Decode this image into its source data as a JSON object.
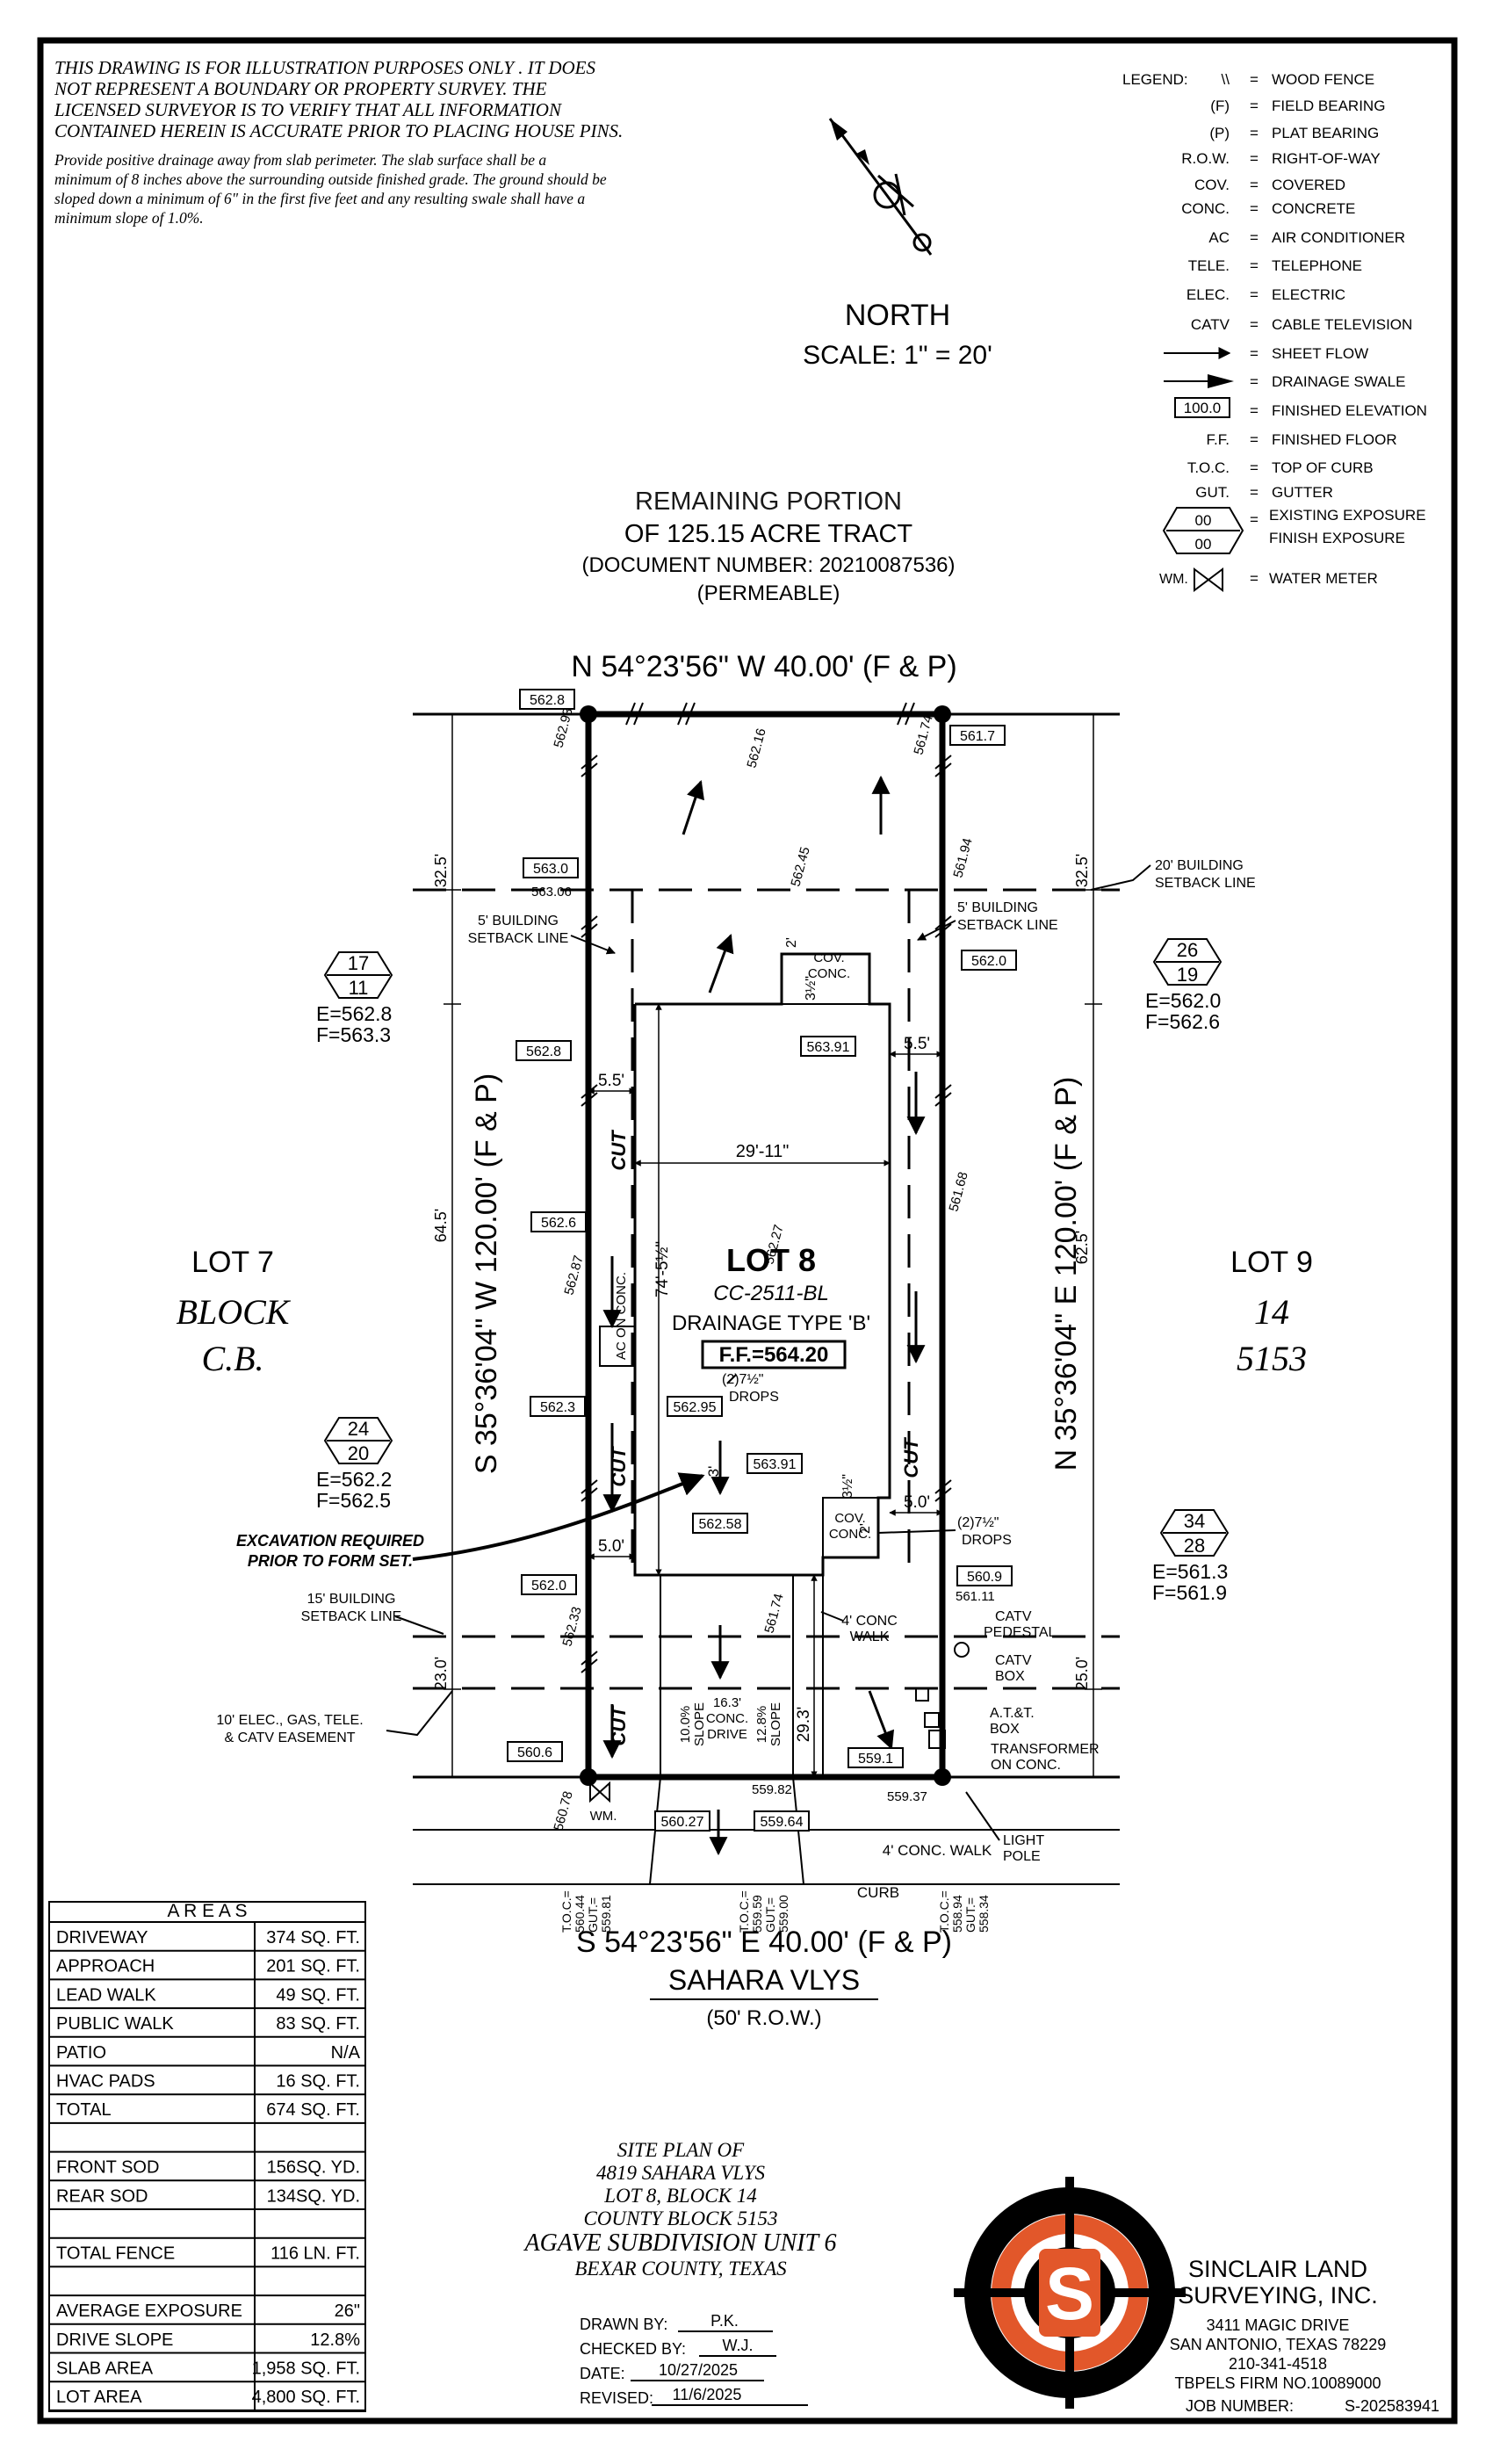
{
  "notes": {
    "disclaimer": [
      "THIS DRAWING IS FOR ILLUSTRATION PURPOSES ONLY . IT DOES",
      "NOT REPRESENT A BOUNDARY OR PROPERTY SURVEY. THE",
      "LICENSED SURVEYOR IS TO VERIFY THAT ALL INFORMATION",
      "CONTAINED HEREIN IS ACCURATE PRIOR TO PLACING HOUSE PINS."
    ],
    "drainage": [
      "Provide positive drainage away from slab perimeter. The slab surface shall be a",
      "minimum of 8 inches above the surrounding outside finished grade. The ground should be",
      "sloped down a minimum of 6\" in the first five feet and any resulting swale shall have a",
      "minimum slope of 1.0%."
    ]
  },
  "north": {
    "label": "NORTH",
    "scale": "SCALE:  1\"  =  20'"
  },
  "legend": [
    {
      "sym": "\\\\",
      "text": "WOOD FENCE"
    },
    {
      "sym": "(F)",
      "text": "FIELD BEARING"
    },
    {
      "sym": "(P)",
      "text": "PLAT BEARING"
    },
    {
      "sym": "R.O.W.",
      "text": "RIGHT-OF-WAY"
    },
    {
      "sym": "COV.",
      "text": "COVERED"
    },
    {
      "sym": "CONC.",
      "text": "CONCRETE"
    },
    {
      "sym": "AC",
      "text": "AIR CONDITIONER"
    },
    {
      "sym": "TELE.",
      "text": "TELEPHONE"
    },
    {
      "sym": "ELEC.",
      "text": "ELECTRIC"
    },
    {
      "sym": "CATV",
      "text": "CABLE TELEVISION"
    },
    {
      "sym": "",
      "text": "SHEET FLOW"
    },
    {
      "sym": "",
      "text": "DRAINAGE SWALE"
    },
    {
      "sym": "100.0",
      "text": "FINISHED ELEVATION"
    },
    {
      "sym": "F.F.",
      "text": "FINISHED FLOOR"
    },
    {
      "sym": "T.O.C.",
      "text": "TOP OF CURB"
    },
    {
      "sym": "GUT.",
      "text": "GUTTER"
    }
  ],
  "legend_label": "LEGEND:",
  "legend_exposure": {
    "top": "00",
    "bottom": "00",
    "line1": "EXISTING EXPOSURE",
    "line2": "FINISH EXPOSURE"
  },
  "legend_meter": {
    "sym": "WM.",
    "text": "WATER METER"
  },
  "remaining": {
    "line1": "REMAINING PORTION",
    "line2": "OF 125.15 ACRE TRACT",
    "line3": "(DOCUMENT NUMBER: 20210087536)",
    "line4": "(PERMEABLE)"
  },
  "bearings": {
    "north": "N  54°23'56\"  W  40.00'  (F & P)",
    "south": "S  54°23'56\"  E  40.00'  (F & P)",
    "west": "S  35°36'04\"  W  120.00'  (F & P)",
    "east": "N  35°36'04\"  E  120.00'  (F & P)"
  },
  "street": {
    "name": "SAHARA VLYS",
    "row": "(50' R.O.W.)"
  },
  "lots": {
    "lot7": [
      "LOT 7",
      "BLOCK",
      "C.B."
    ],
    "lot9": [
      "LOT 9",
      "14",
      "5153"
    ]
  },
  "lot8": {
    "title": "LOT 8",
    "plan": "CC-2511-BL",
    "drainage": "DRAINAGE TYPE 'B'",
    "ff": "F.F.=564.20",
    "width": "29'-11\"",
    "depth": "74'-5½\""
  },
  "exposures": [
    {
      "top": "17",
      "bottom": "11",
      "e": "E=562.8",
      "f": "F=563.3"
    },
    {
      "top": "26",
      "bottom": "19",
      "e": "E=562.0",
      "f": "F=562.6"
    },
    {
      "top": "24",
      "bottom": "20",
      "e": "E=562.2",
      "f": "F=562.5"
    },
    {
      "top": "34",
      "bottom": "28",
      "e": "E=561.3",
      "f": "F=561.9"
    }
  ],
  "elevations": [
    "562.8",
    "561.7",
    "563.0",
    "562.0",
    "562.8",
    "563.91",
    "562.6",
    "562.3",
    "562.95",
    "563.91",
    "562.58",
    "562.0",
    "560.9",
    "560.6",
    "559.1",
    "560.27",
    "559.64"
  ],
  "spot_grades": [
    "562.93",
    "562.16",
    "561.74",
    "562.45",
    "561.94",
    "563.06",
    "562.87",
    "562.27",
    "561.68",
    "562.33",
    "561.74",
    "561.11",
    "560.78",
    "559.82",
    "559.37"
  ],
  "dims": {
    "front_left": "32.5'",
    "front_right": "32.5'",
    "mid_left": "64.5'",
    "mid_right": "62.5'",
    "rear_left": "23.0'",
    "rear_right": "25.0'",
    "side_left_a": "5.5'",
    "side_right_a": "5.5'",
    "side_left_b": "5.0'",
    "side_right_b": "5.0'",
    "drive_len": "29.3'",
    "cov_a": "2'",
    "cov_b": "3½\"",
    "cov_c": "3½\"",
    "cov_d": "2'",
    "three": "3'"
  },
  "labels": {
    "bsl20": [
      "20' BUILDING",
      "SETBACK LINE"
    ],
    "bsl5l": [
      "5' BUILDING",
      "SETBACK LINE"
    ],
    "bsl5r": [
      "5' BUILDING",
      "SETBACK LINE"
    ],
    "bsl15": [
      "15' BUILDING",
      "SETBACK LINE"
    ],
    "easement": [
      "10' ELEC., GAS, TELE.",
      "& CATV EASEMENT"
    ],
    "excavation": [
      "EXCAVATION REQUIRED",
      "PRIOR TO FORM SET."
    ],
    "cov_top": [
      "COV.",
      "CONC."
    ],
    "cov_bot": [
      "COV.",
      "CONC."
    ],
    "ac": "AC ON CONC.",
    "drops_l": [
      "(2)7½\"",
      "DROPS"
    ],
    "drops_r": [
      "(2)7½\"",
      "DROPS"
    ],
    "walk4": [
      "4' CONC",
      "WALK"
    ],
    "catv_ped": [
      "CATV",
      "PEDESTAL"
    ],
    "catv_box": [
      "CATV",
      "BOX"
    ],
    "att_box": [
      "A.T.&T.",
      "BOX"
    ],
    "transformer": [
      "TRANSFORMER",
      "ON CONC."
    ],
    "light_pole": [
      "LIGHT",
      "POLE"
    ],
    "conc_walk": "4' CONC. WALK",
    "curb": "CURB",
    "wm": "WM.",
    "cut": "CUT",
    "slope_l": [
      "10.0%",
      "SLOPE"
    ],
    "drive": [
      "16.3'",
      "CONC.",
      "DRIVE"
    ],
    "slope_r": [
      "12.8%",
      "SLOPE"
    ],
    "toc1": [
      "T.O.C.=",
      "560.44",
      "GUT.=",
      "559.81"
    ],
    "toc2": [
      "T.O.C.=",
      "559.59",
      "GUT.=",
      "559.00"
    ],
    "toc3": [
      "T.O.C.=",
      "558.94",
      "GUT.=",
      "558.34"
    ]
  },
  "areas": {
    "title": "A R E A S",
    "rows": [
      [
        "DRIVEWAY",
        "374 SQ. FT."
      ],
      [
        "APPROACH",
        "201 SQ. FT."
      ],
      [
        "LEAD WALK",
        "49 SQ. FT."
      ],
      [
        "PUBLIC WALK",
        "83 SQ. FT."
      ],
      [
        "PATIO",
        "N/A"
      ],
      [
        "HVAC PADS",
        "16 SQ. FT."
      ],
      [
        "TOTAL",
        "674 SQ. FT."
      ],
      [
        "",
        ""
      ],
      [
        "FRONT SOD",
        "156SQ. YD."
      ],
      [
        "REAR SOD",
        "134SQ. YD."
      ],
      [
        "",
        ""
      ],
      [
        "TOTAL FENCE",
        "116 LN. FT."
      ],
      [
        "",
        ""
      ],
      [
        "AVERAGE EXPOSURE",
        "26\""
      ],
      [
        "DRIVE SLOPE",
        "12.8%"
      ],
      [
        "SLAB AREA",
        "1,958 SQ. FT."
      ],
      [
        "LOT AREA",
        "4,800 SQ. FT."
      ]
    ]
  },
  "title_block": [
    "SITE PLAN OF",
    "4819 SAHARA VLYS",
    "LOT 8, BLOCK 14",
    "COUNTY BLOCK 5153",
    "AGAVE SUBDIVISION UNIT 6",
    "BEXAR COUNTY, TEXAS"
  ],
  "drawn": {
    "drawn_by_label": "DRAWN BY:",
    "drawn_by": "P.K.",
    "checked_by_label": "CHECKED BY:",
    "checked_by": "W.J.",
    "date_label": "DATE:",
    "date": "10/27/2025",
    "revised_label": "REVISED:",
    "revised": "11/6/2025"
  },
  "company": {
    "name1": "SINCLAIR LAND",
    "name2": "SURVEYING, INC.",
    "addr1": "3411 MAGIC DRIVE",
    "addr2": "SAN ANTONIO, TEXAS 78229",
    "phone": "210-341-4518",
    "firm": "TBPELS FIRM NO.10089000",
    "job_label": "JOB NUMBER:",
    "job": "S-202583941",
    "logo_letter": "S",
    "logo_color": "#e2572a"
  }
}
